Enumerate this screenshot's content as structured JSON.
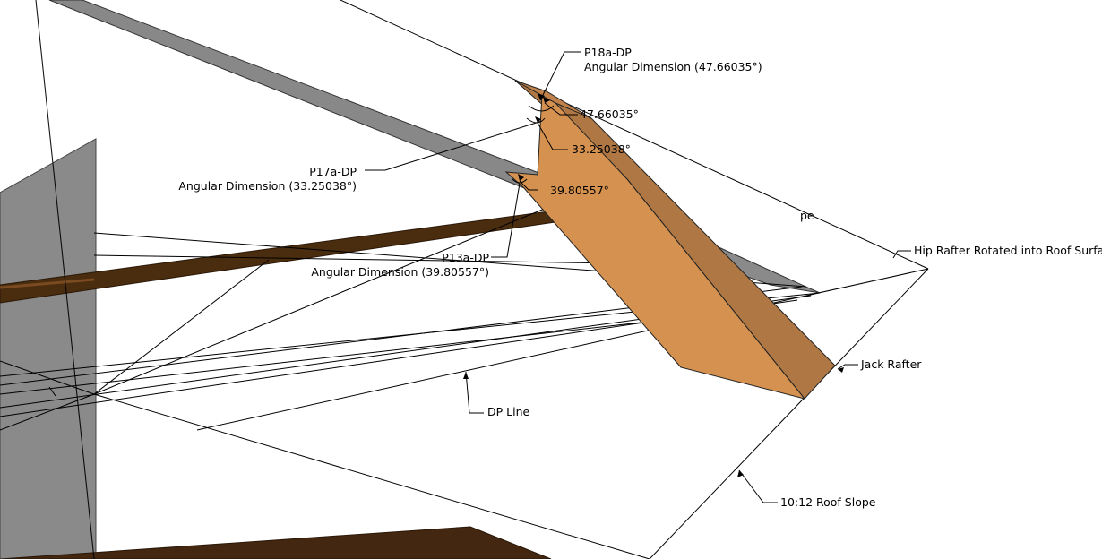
{
  "labels": {
    "p18a": {
      "name": "P18a-DP",
      "desc": "Angular Dimension (47.66035°)"
    },
    "p17a": {
      "name": "P17a-DP",
      "desc": "Angular Dimension (33.25038°)"
    },
    "p13a": {
      "name": "P13a-DP",
      "desc": "Angular Dimension (39.80557°)"
    },
    "angle_47": "47.66035°",
    "angle_33": "33.25038°",
    "angle_39": "39.80557°",
    "hip_rafter": "Hip Rafter Rotated into Roof Surface",
    "jack_rafter": "Jack Rafter",
    "dp_line": "DP Line",
    "roof_slope": "10:12 Roof Slope",
    "partial_slope": "pe"
  },
  "colors": {
    "rafter_face": "#d4914f",
    "rafter_side": "#ae7744",
    "dark_beam": "#4a2c0f",
    "grey_wall": "#8a8a8a",
    "grey_bar": "#888888"
  }
}
